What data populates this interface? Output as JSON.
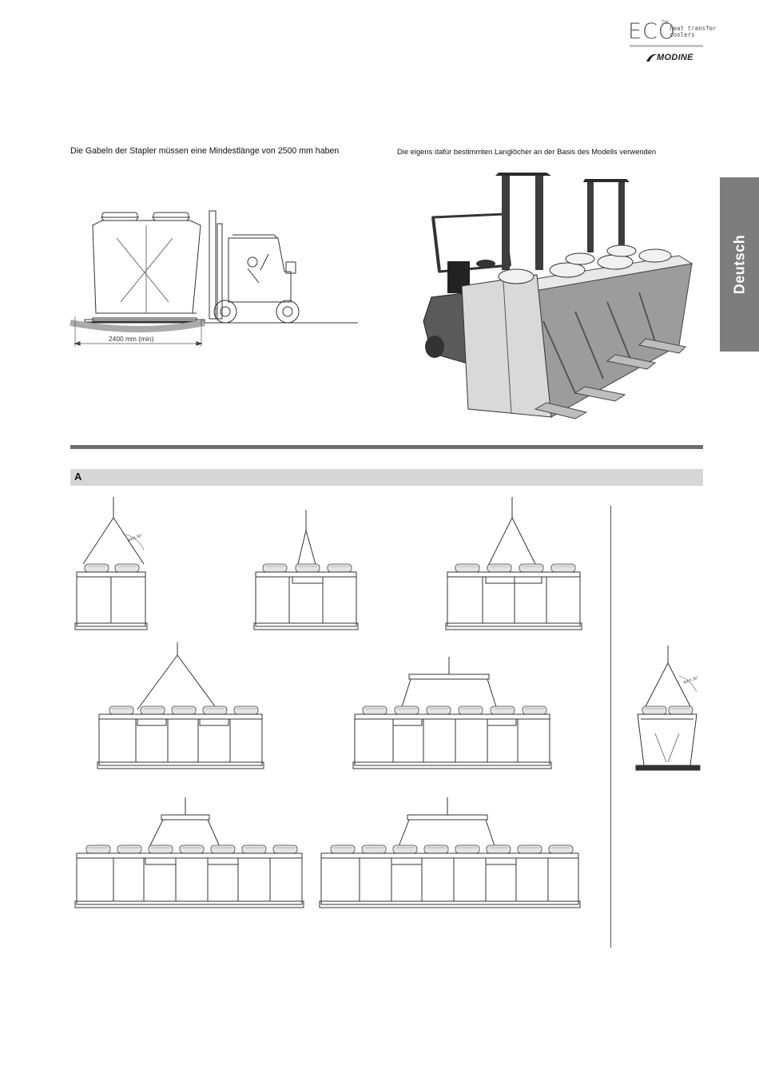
{
  "logo": {
    "brand": "ECO",
    "trademark": "TM",
    "tagline_line1": "heat transfer",
    "tagline_line2": "coolers",
    "company": "MODINE"
  },
  "captions": {
    "left": "Die Gabeln der Stapler müssen eine Mindestlänge von 2500 mm haben",
    "right": "Die eigens dafür bestimmten Langlöcher an der Basis des Modells verwenden"
  },
  "forklift_figure": {
    "dimension_label": "2400 mm (min)"
  },
  "side_tab": {
    "language": "Deutsch"
  },
  "section": {
    "label": "A"
  },
  "lifting_diagrams": {
    "angle_label": "MAX 30°"
  }
}
